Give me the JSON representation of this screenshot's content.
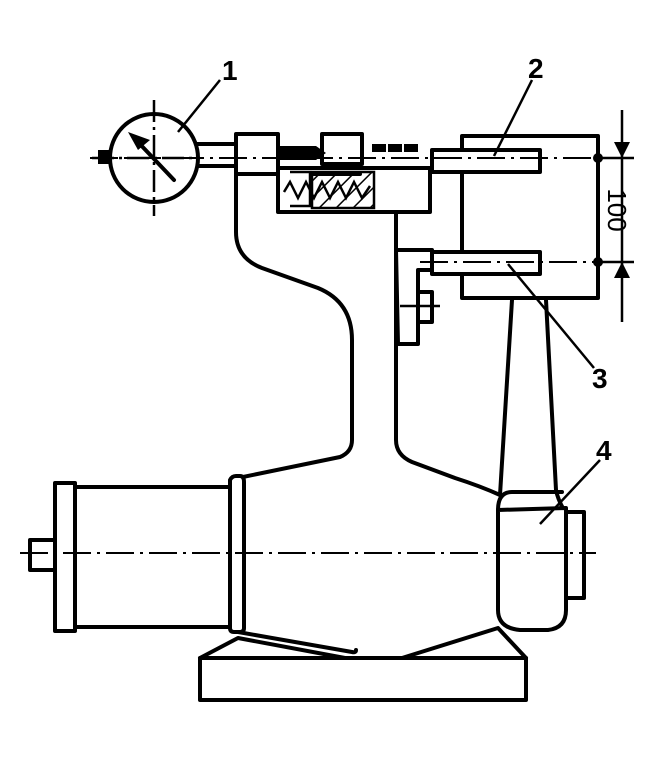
{
  "diagram": {
    "callouts": [
      "1",
      "2",
      "3",
      "4"
    ],
    "dimension_label": "100"
  },
  "colors": {
    "ink": "#000000",
    "paper": "#ffffff"
  }
}
